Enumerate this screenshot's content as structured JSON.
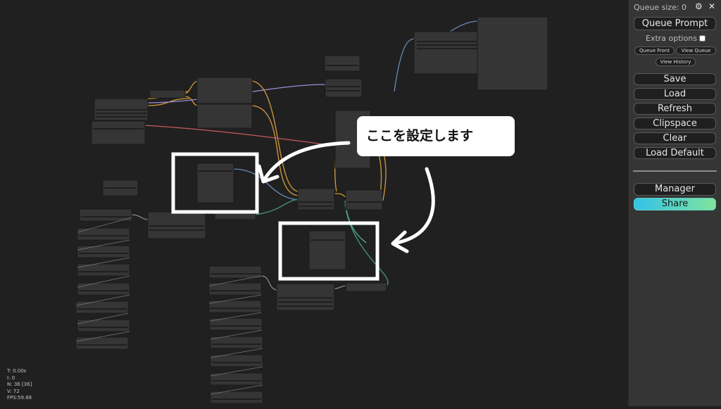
{
  "panel": {
    "queue_size": "Queue size: 0",
    "queue_prompt": "Queue Prompt",
    "extra_options": "Extra options",
    "extra_options_checked": false,
    "queue_front": "Queue Front",
    "view_queue": "View Queue",
    "view_history": "View History",
    "save": "Save",
    "load": "Load",
    "refresh": "Refresh",
    "clipspace": "Clipspace",
    "clear": "Clear",
    "load_default": "Load Default",
    "manager": "Manager",
    "share": "Share",
    "settings_icon": "gear-icon",
    "close_icon": "close-icon"
  },
  "stats": {
    "t": "T: 0.00s",
    "i": "I: 0",
    "n": "N: 36 [36]",
    "v": "V: 72",
    "fps": "FPS:59.88"
  },
  "annotation": {
    "callout_text": "ここを設定します",
    "highlight_color": "#ffffff"
  },
  "colors": {
    "canvas_bg": "#202020",
    "node_body": "#353535",
    "link_orange": "#d59a3a",
    "link_purple": "#9c8cd8",
    "link_red": "#c85a5a",
    "link_blue": "#6a8ab8",
    "link_green": "#4a9a78",
    "link_teal": "#4ab0a0",
    "share_gradient_start": "#32c3ea",
    "share_gradient_end": "#7fe49b"
  }
}
